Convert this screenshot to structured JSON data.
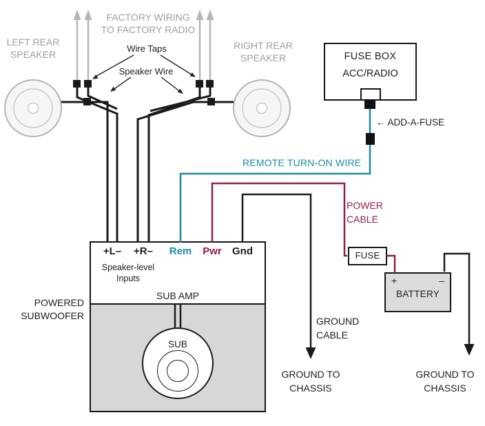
{
  "factory_wiring": {
    "line1": "FACTORY WIRING",
    "line2": "TO FACTORY RADIO"
  },
  "annotations": {
    "wire_taps": "Wire Taps",
    "speaker_wire": "Speaker Wire",
    "add_a_fuse": "← ADD-A-FUSE",
    "remote_turn_on": "REMOTE TURN-ON WIRE"
  },
  "speakers": {
    "left": {
      "line1": "LEFT REAR",
      "line2": "SPEAKER"
    },
    "right": {
      "line1": "RIGHT REAR",
      "line2": "SPEAKER"
    }
  },
  "fuse_box": {
    "title": "FUSE BOX",
    "circuit": "ACC/RADIO"
  },
  "power": {
    "cable_line1": "POWER",
    "cable_line2": "CABLE",
    "fuse": "FUSE",
    "battery": "BATTERY",
    "plus": "+",
    "minus": "–"
  },
  "amp": {
    "terminals": {
      "left": "+L–",
      "right": "+R–",
      "rem": "Rem",
      "pwr": "Pwr",
      "gnd": "Gnd"
    },
    "speaker_level": {
      "line1": "Speaker-level",
      "line2": "Inputs"
    },
    "name": "SUB AMP",
    "sub": "SUB",
    "powered": {
      "line1": "POWERED",
      "line2": "SUBWOOFER"
    }
  },
  "ground": {
    "cable": {
      "line1": "GROUND",
      "line2": "CABLE"
    },
    "amp_chassis": {
      "line1": "GROUND TO",
      "line2": "CHASSIS"
    },
    "battery_chassis": {
      "line1": "GROUND TO",
      "line2": "CHASSIS"
    }
  },
  "colors": {
    "remote_wire": "#1a8aa5",
    "power_wire": "#8e2140",
    "wire_black": "#1a1a1a",
    "factory_gray": "#b6b6b6",
    "label_gray": "#9e9e9e"
  }
}
